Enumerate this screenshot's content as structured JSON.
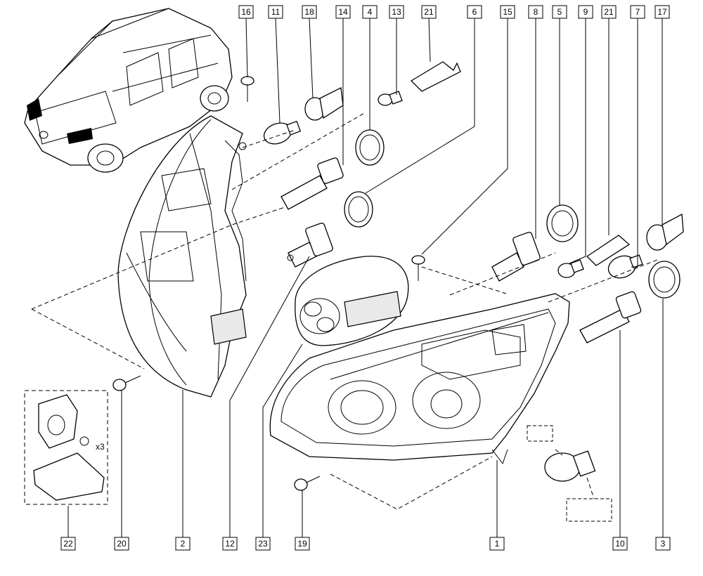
{
  "callouts": {
    "top": [
      "16",
      "11",
      "18",
      "14",
      "4",
      "13",
      "21",
      "6",
      "15",
      "8",
      "5",
      "9",
      "21",
      "7",
      "17"
    ],
    "bottom": [
      "22",
      "20",
      "2",
      "12",
      "23",
      "19",
      "1",
      "10",
      "3"
    ]
  },
  "multiplier": "x3"
}
